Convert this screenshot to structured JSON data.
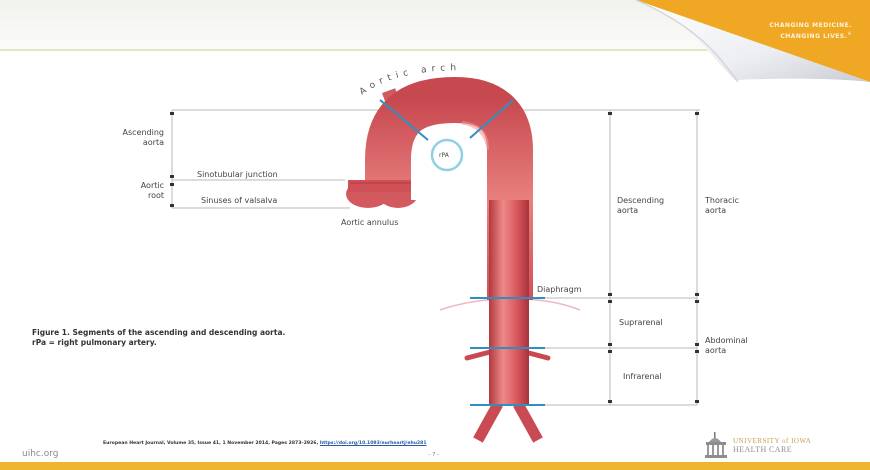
{
  "header": {
    "tagline_line1": "CHANGING MEDICINE.",
    "tagline_line2": "CHANGING LIVES.",
    "trademark": "®",
    "accent_color": "#f0a824"
  },
  "diagram": {
    "arch_label": "Aortic arch",
    "left_labels": {
      "ascending_aorta_1": "Ascending",
      "ascending_aorta_2": "aorta",
      "aortic_root_1": "Aortic",
      "aortic_root_2": "root",
      "sinotubular_junction": "Sinotubular junction",
      "sinuses_of_valsalva": "Sinuses of valsalva",
      "aortic_annulus": "Aortic annulus"
    },
    "center_labels": {
      "rpa": "rPA",
      "diaphragm": "Diaphragm"
    },
    "right_labels": {
      "descending_aorta_1": "Descending",
      "descending_aorta_2": "aorta",
      "thoracic_aorta_1": "Thoracic",
      "thoracic_aorta_2": "aorta",
      "suprarenal": "Suprarenal",
      "infrarenal": "Infrarenal",
      "abdominal_aorta_1": "Abdominal",
      "abdominal_aorta_2": "aorta"
    },
    "colors": {
      "aorta": "#d9585e",
      "aorta_highlight": "#ec8a87",
      "aorta_shadow": "#b3383f",
      "marker_lines": "#2f8fc4",
      "rpa_ring": "#8fd0e4",
      "bracket_lines": "#b8b8b8",
      "diaphragm_curve": "#f0b6c0"
    }
  },
  "caption": {
    "line1": "Figure 1. Segments of the ascending and descending aorta.",
    "line2": "rPa = right pulmonary artery."
  },
  "footer": {
    "citation_text": "European Heart Journal, Volume 35, Issue 41, 1 November 2014, Pages 2873–2926, ",
    "citation_link": "https://doi.org/10.1093/eurheartj/ehu281",
    "page_number": "– 7 –",
    "site": "uihc.org",
    "logo_line1": "UNIVERSITY of IOWA",
    "logo_line2": "HEALTH CARE",
    "bar_color": "#eeb62f"
  }
}
